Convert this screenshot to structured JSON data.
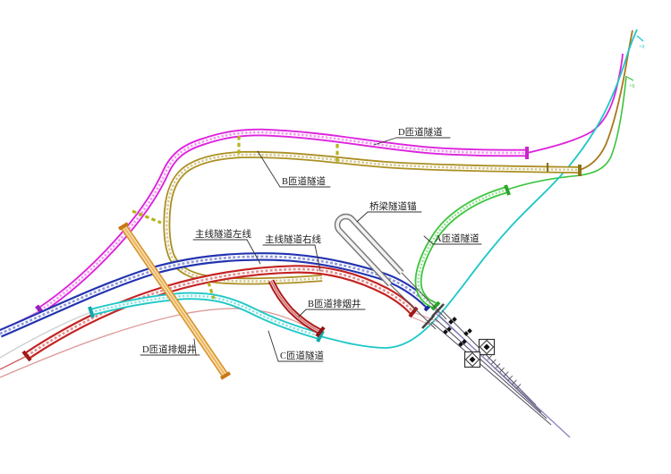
{
  "diagram": {
    "type": "road-tunnel-interchange-plan",
    "labels": {
      "d_ramp_tunnel": "D匝道隧道",
      "b_ramp_tunnel": "B匝道隧道",
      "main_left": "主线隧道左线",
      "main_right": "主线隧道右线",
      "bridge_anchor": "桥梁隧道锚",
      "a_ramp_tunnel": "A匝道隧道",
      "c_ramp_tunnel": "C匝道隧道",
      "b_exhaust_shaft": "B匝道排烟井",
      "d_exhaust_shaft": "D匝道排烟井",
      "cyan_end_marker": "+0",
      "green_end_marker": "+0"
    },
    "colors": {
      "d_ramp": "#dd22dd",
      "b_ramp": "#ab8f22",
      "main_left_line": "#2233b0",
      "main_right_line": "#c42222",
      "c_ramp": "#1ec7c7",
      "a_ramp": "#3dc43d",
      "b_exhaust": "#b21c1c",
      "d_exhaust": "#e59a38",
      "anchor_gray": "#777777",
      "bridge_gray": "#555566",
      "bridge_center": "#8a7fc0",
      "label_text": "#1a1a1a"
    }
  }
}
